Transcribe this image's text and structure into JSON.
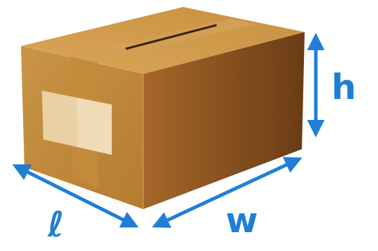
{
  "diagram": {
    "labels": [
      "ℓ",
      "w",
      "h"
    ]
  }
}
